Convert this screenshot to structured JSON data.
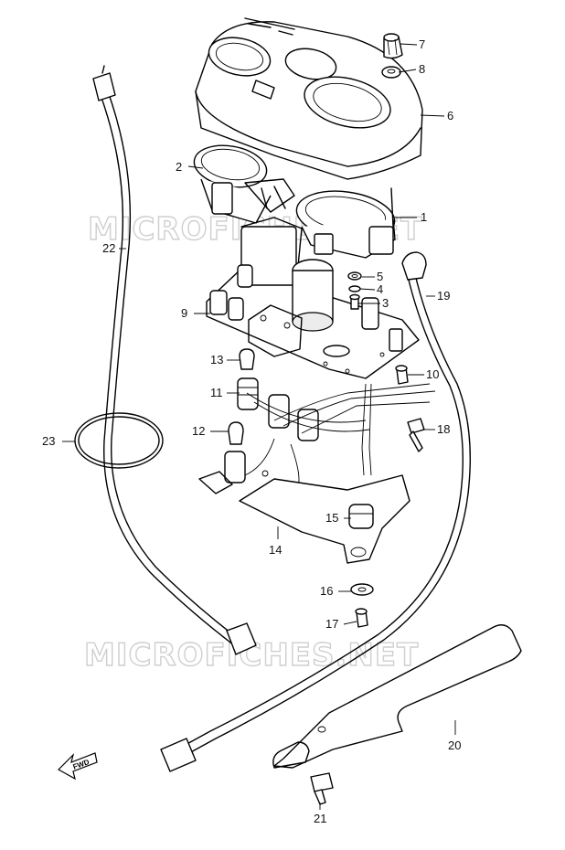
{
  "watermarks": [
    "MICROFICHES.NET",
    "MICROFICHES.NET"
  ],
  "fwd_label": "FWD",
  "callouts": {
    "c1": "1",
    "c2": "2",
    "c3": "3",
    "c4": "4",
    "c5": "5",
    "c6": "6",
    "c7": "7",
    "c8": "8",
    "c9": "9",
    "c10": "10",
    "c11": "11",
    "c12": "12",
    "c13": "13",
    "c14": "14",
    "c15": "15",
    "c16": "16",
    "c17": "17",
    "c18": "18",
    "c19": "19",
    "c20": "20",
    "c21": "21",
    "c22": "22",
    "c23": "23"
  }
}
